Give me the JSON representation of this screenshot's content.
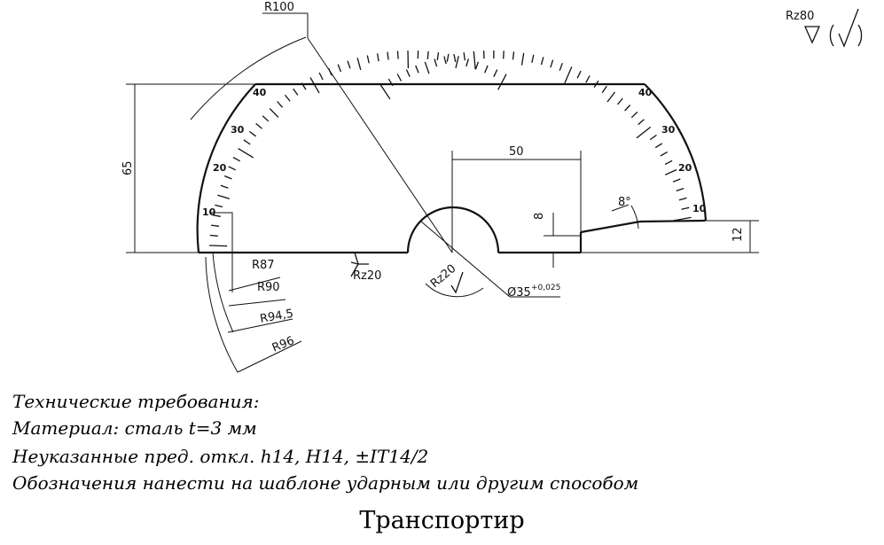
{
  "drawing": {
    "title": "Транспортир",
    "roughness_general": "Rz80",
    "roughness_bottom": "Rz20",
    "roughness_bore": "Rz20",
    "dimensions": {
      "radius_outer": "R100",
      "height": "65",
      "width_cut": "50",
      "step_small": "8",
      "step_right": "12",
      "angle": "8°",
      "bore_diameter": "Ø35",
      "bore_tolerance": "+0,025",
      "r87": "R87",
      "r90": "R90",
      "r945": "R94,5",
      "r96": "R96"
    },
    "scale_labels": [
      "10",
      "20",
      "30",
      "40"
    ]
  },
  "requirements": {
    "title": "Технические требования:",
    "items": [
      "Материал: сталь t=3 мм",
      "Неуказанные пред. откл. h14, H14, ±IT14/2",
      "Обозначения нанести на шаблоне ударным или другим способом"
    ]
  }
}
